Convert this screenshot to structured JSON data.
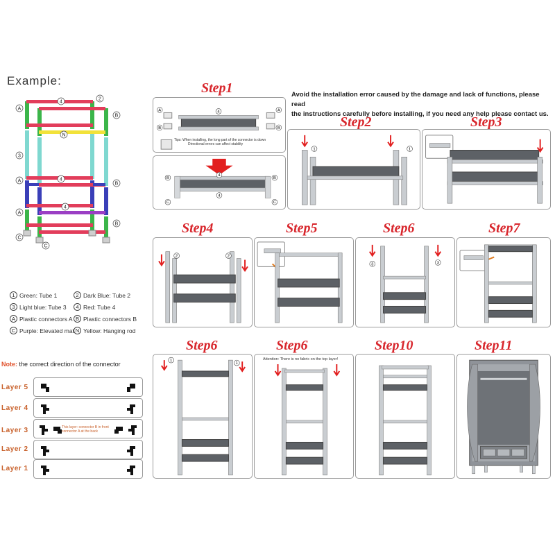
{
  "example_title": "Example:",
  "notice": {
    "line1": "Avoid the installation error caused by the damage and lack of functions, please read",
    "line2": "the instructions carefully before installing, if you need any help please contact us."
  },
  "steps": {
    "s1": "Step1",
    "s2": "Step2",
    "s3": "Step3",
    "s4": "Step4",
    "s5": "Step5",
    "s6a": "Step6",
    "s7": "Step7",
    "s6b": "Step6",
    "s6c": "Step6",
    "s10": "Step10",
    "s11": "Step11"
  },
  "step1_tip": {
    "line1": "Tips: When installing, the long part of the connector is down",
    "line2": "Directional errors can affect stability"
  },
  "attention_note": "Attention: There is no fabric on the top layer!",
  "legend": [
    {
      "sym": "1",
      "text": "Green: Tube 1"
    },
    {
      "sym": "2",
      "text": "Dark Blue: Tube 2"
    },
    {
      "sym": "3",
      "text": "Light blue: Tube 3"
    },
    {
      "sym": "4",
      "text": "Red: Tube 4"
    },
    {
      "sym": "A",
      "text": "Plastic connectors A"
    },
    {
      "sym": "B",
      "text": "Plastic connectors B"
    },
    {
      "sym": "C",
      "text": "Purple: Elevated mat"
    },
    {
      "sym": "N",
      "text": "Yellow: Hanging rod"
    }
  ],
  "note": {
    "prefix": "Note:",
    "text": " the correct direction of the connector"
  },
  "layers": [
    "Layer 5",
    "Layer 4",
    "Layer 3",
    "Layer 2",
    "Layer 1"
  ],
  "layer3_note": {
    "line1": "This layer: connector B in front",
    "line2": "connector A at the back"
  },
  "colors": {
    "accent": "#d8262c",
    "green": "#3bb54a",
    "dark_blue": "#3a3fb8",
    "light_blue": "#7fd8d0",
    "red": "#e23d5b",
    "purple": "#9b3fc4",
    "yellow": "#f2e23a",
    "frame": "#c9cdd1",
    "mat": "#5d6166"
  }
}
